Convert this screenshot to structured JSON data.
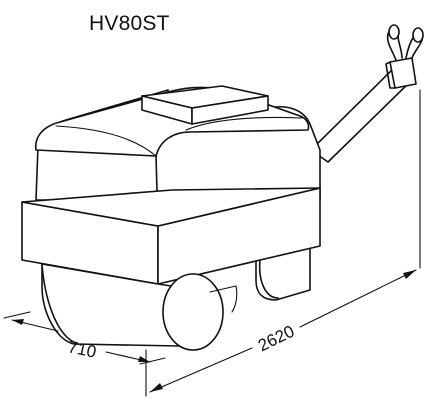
{
  "diagram": {
    "model_name": "HV80ST",
    "dimensions": {
      "width_label": "710",
      "length_label": "2620"
    }
  }
}
